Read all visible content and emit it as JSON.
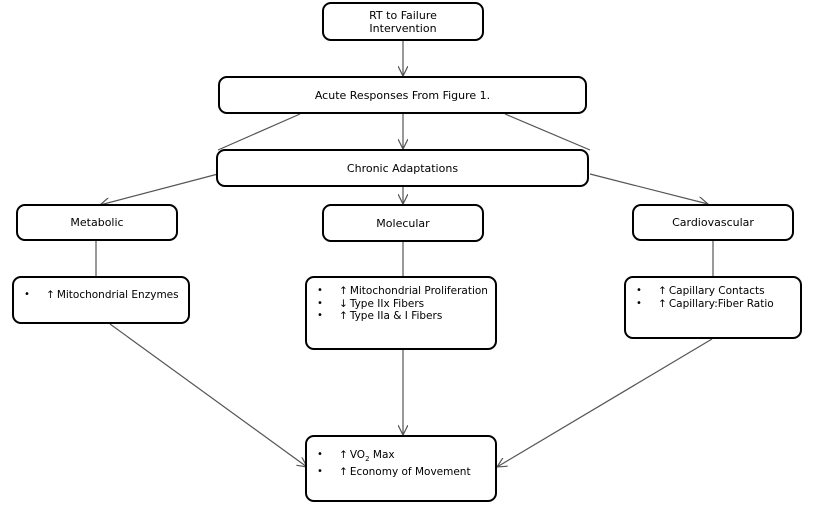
{
  "nodes": {
    "rt_failure": {
      "line1": "RT to Failure",
      "line2": "Intervention"
    },
    "acute": {
      "label": "Acute Responses From Figure 1."
    },
    "chronic": {
      "label": "Chronic Adaptations"
    },
    "metabolic": {
      "label": "Metabolic"
    },
    "molecular": {
      "label": "Molecular"
    },
    "cardiovascular": {
      "label": "Cardiovascular"
    }
  },
  "lists": {
    "metabolic": {
      "items": [
        {
          "arrow": "↑",
          "text": "Mitochondrial Enzymes"
        }
      ]
    },
    "molecular": {
      "items": [
        {
          "arrow": "↑",
          "text": "Mitochondrial Proliferation"
        },
        {
          "arrow": "↓",
          "text": "Type IIx Fibers"
        },
        {
          "arrow": "↑",
          "text": "Type IIa & I Fibers"
        }
      ]
    },
    "cardiovascular": {
      "items": [
        {
          "arrow": "↑",
          "text": "Capillary Contacts"
        },
        {
          "arrow": "↑",
          "text": "Capillary:Fiber Ratio"
        }
      ]
    },
    "outcome": {
      "items": [
        {
          "arrow": "↑",
          "text_pre": "VO",
          "text_sub": "2",
          "text_post": " Max"
        },
        {
          "arrow": "↑",
          "text": "Economy of Movement"
        }
      ]
    }
  },
  "bullet_char": "•"
}
